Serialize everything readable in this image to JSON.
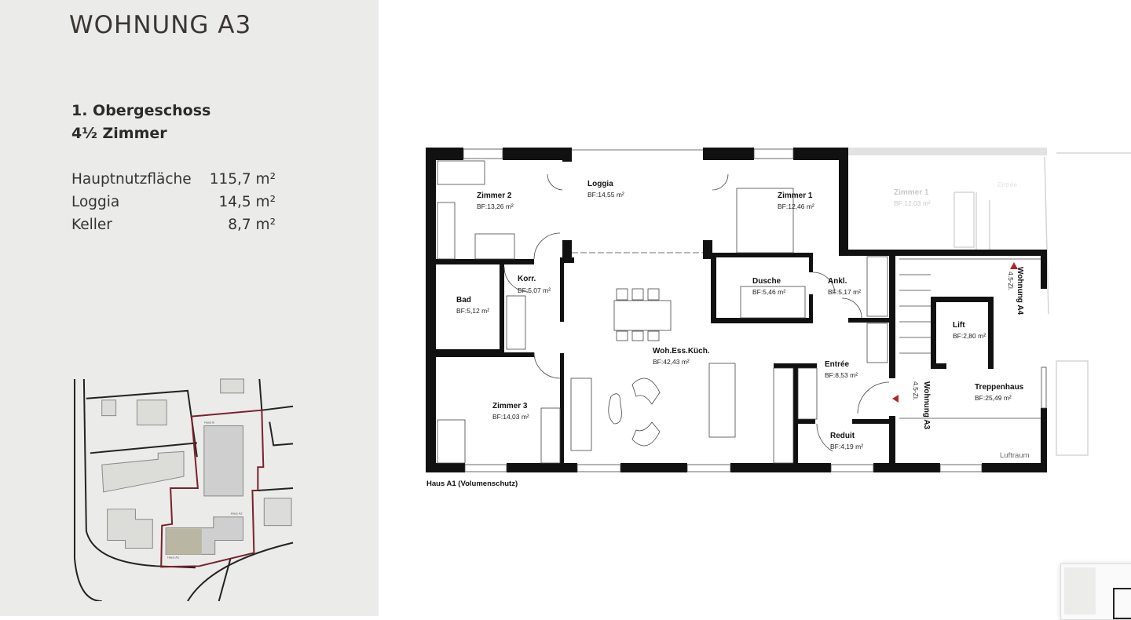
{
  "header": {
    "title": "WOHNUNG A3"
  },
  "info": {
    "floor": "1. Obergeschoss",
    "rooms": "4½ Zimmer",
    "areas": [
      {
        "label": "Hauptnutzfläche",
        "value": "115,7 m²"
      },
      {
        "label": "Loggia",
        "value": "14,5 m²"
      },
      {
        "label": "Keller",
        "value": "8,7 m²"
      }
    ]
  },
  "plan": {
    "rooms": [
      {
        "name": "Zimmer 2",
        "area": "BF:13,26 m²"
      },
      {
        "name": "Loggia",
        "area": "BF:14,55 m²"
      },
      {
        "name": "Zimmer 1",
        "area": "BF:12,46 m²"
      },
      {
        "name": "Korr.",
        "area": "BF:5,07 m²"
      },
      {
        "name": "Bad",
        "area": "BF:5,12 m²"
      },
      {
        "name": "Dusche",
        "area": "BF:5,46 m²"
      },
      {
        "name": "Ankl.",
        "area": "BF:5,17 m²"
      },
      {
        "name": "Woh.Ess.Küch.",
        "area": "BF:42,43 m²"
      },
      {
        "name": "Entrée",
        "area": "BF:8,53 m²"
      },
      {
        "name": "Zimmer 3",
        "area": "BF:14,03 m²"
      },
      {
        "name": "Reduit",
        "area": "BF:4,19 m²"
      },
      {
        "name": "Lift",
        "area": "BF:2,80 m²"
      },
      {
        "name": "Treppenhaus",
        "area": "BF:25,49 m²"
      }
    ],
    "neighbor": {
      "name": "Zimmer 1",
      "area": "BF:12,03 m²",
      "entree": "Entrée"
    },
    "unit_a4": {
      "name": "Wohnung A4",
      "rooms": "4.5-Zi."
    },
    "unit_a3": {
      "name": "Wohnung A3",
      "rooms": "4.5-Zi."
    },
    "luftraum": "Luftraum",
    "building_note": "Haus A1 (Volumenschutz)",
    "marker_color": "#b0252a"
  },
  "site": {
    "border_color": "#7a1f2b",
    "highlight_color": "#b9b7a4",
    "labels": {
      "house_b": "Haus B",
      "house_a2": "Haus A2",
      "house_a1": "Haus A1"
    }
  }
}
